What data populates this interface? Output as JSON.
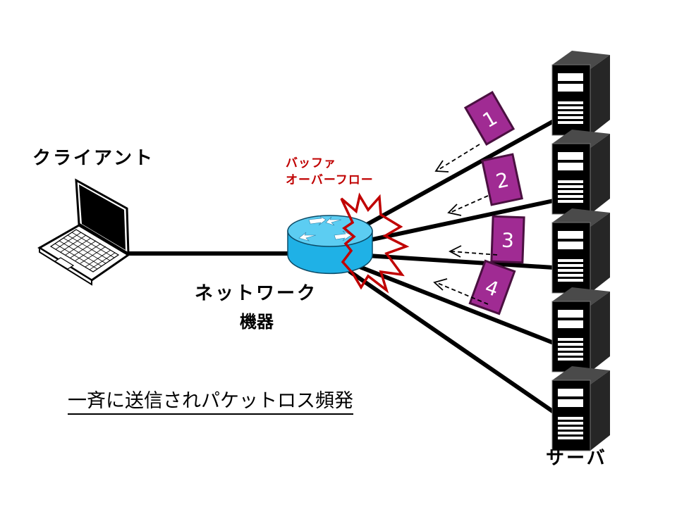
{
  "labels": {
    "client": "クライアント",
    "network_device_line1": "ネットワーク",
    "network_device_line2": "機器",
    "server": "サーバ",
    "overflow_line1": "バッファ",
    "overflow_line2": "オーバーフロー",
    "caption": "一斉に送信されパケットロス頻発"
  },
  "packets": [
    {
      "number": "1"
    },
    {
      "number": "2"
    },
    {
      "number": "3"
    },
    {
      "number": "4"
    }
  ],
  "server_count": 5,
  "colors": {
    "packet_fill": "#a02b93",
    "packet_stroke": "#4a1040",
    "router_fill": "#1fb1e6",
    "router_top": "#5ccdf2",
    "burst_stroke": "#c00000",
    "overflow_text": "#c00000",
    "server_front": "#000000",
    "server_side": "#262626",
    "server_top": "#4a4a4a",
    "line": "#000000"
  },
  "icons": {
    "client": "laptop-icon",
    "router": "router-icon",
    "server": "server-icon",
    "burst": "explosion-burst-icon"
  }
}
